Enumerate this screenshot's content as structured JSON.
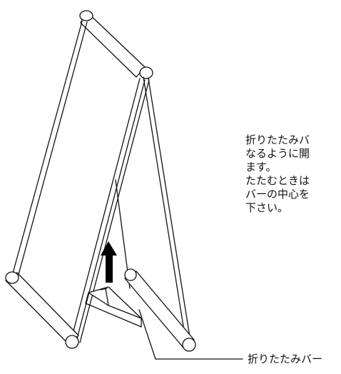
{
  "note": {
    "lines": [
      "折りたたみバ",
      "なるように開",
      "ます。",
      "たたむときは",
      "バーの中心を",
      "下さい。"
    ]
  },
  "callout": {
    "label": "折りたたみバー"
  },
  "colors": {
    "stroke": "#111111",
    "background": "#ffffff",
    "arrow": "#000000"
  }
}
